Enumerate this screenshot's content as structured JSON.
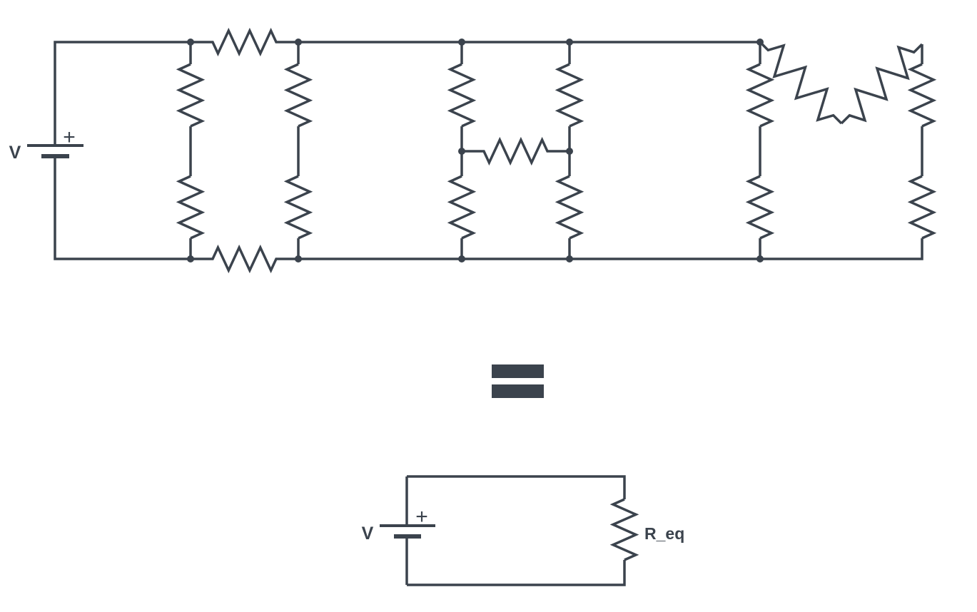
{
  "diagram": {
    "description": "Equivalence of a complex resistor ladder network to a single equivalent resistance",
    "colors": {
      "stroke": "#3B434D",
      "background": "#FFFFFF"
    },
    "top_circuit": {
      "source": {
        "type": "battery",
        "label": "V",
        "polarity": "+"
      },
      "junction_node_count": 12,
      "resistors": {
        "total": 17,
        "top_rail_series": 1,
        "bottom_rail_series": 1,
        "middle_bridge": 1,
        "vertical_branches": 6,
        "resistors_per_vertical_branch": 2,
        "diagonal_top_right": 2
      }
    },
    "equals": {
      "symbol": "="
    },
    "equivalent_circuit": {
      "source": {
        "type": "battery",
        "label": "V",
        "polarity": "+"
      },
      "resistor": {
        "label": "R_eq"
      }
    }
  }
}
